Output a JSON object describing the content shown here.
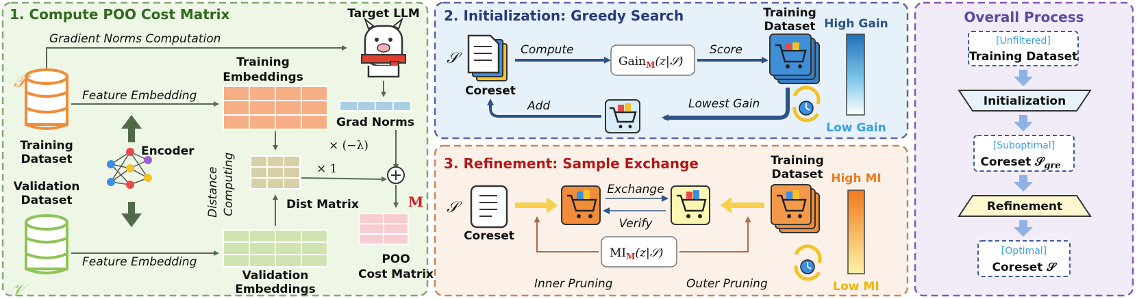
{
  "panel1": {
    "title": "1. Compute POO Cost Matrix",
    "gradient_norms_computation": "Gradient Norms Computation",
    "target_llm": "Target LLM",
    "training_set_symbol": "𝒯",
    "validation_set_symbol": "𝒱",
    "feature_embedding_top": "Feature Embedding",
    "feature_embedding_bottom": "Feature Embedding",
    "training_embeddings_line1": "Training",
    "training_embeddings_line2": "Embeddings",
    "validation_embeddings_line1": "Validation",
    "validation_embeddings_line2": "Embeddings",
    "training_dataset_line1": "Training",
    "training_dataset_line2": "Dataset",
    "validation_dataset_line1": "Validation",
    "validation_dataset_line2": "Dataset",
    "encoder": "Encoder",
    "distance_computing_line1": "Distance",
    "distance_computing_line2": "Computing",
    "dist_matrix": "Dist Matrix",
    "grad_norms": "Grad Norms",
    "times_neg_lambda": "× (−λ)",
    "times_one": "× 1",
    "plus": "+",
    "matrix_symbol": "M",
    "poo_line1": "POO",
    "poo_line2": "Cost Matrix"
  },
  "panel2": {
    "title": "2. Initialization: Greedy Search",
    "set_symbol": "𝒮",
    "coreset": "Coreset",
    "compute": "Compute",
    "gain_prefix": "Gain",
    "gain_sub": "M",
    "gain_args": "(z|𝒮)",
    "score": "Score",
    "training_line1": "Training",
    "training_line2": "Dataset",
    "add": "Add",
    "lowest_gain": "Lowest Gain",
    "high_gain": "High Gain",
    "low_gain": "Low Gain"
  },
  "panel3": {
    "title": "3. Refinement: Sample Exchange",
    "set_symbol": "𝒮",
    "coreset": "Coreset",
    "exchange": "Exchange",
    "verify": "Verify",
    "training_line1": "Training",
    "training_line2": "Dataset",
    "mi_prefix": "MI",
    "mi_sub": "M",
    "mi_args": "(z|𝒮)",
    "inner_pruning": "Inner Pruning",
    "outer_pruning": "Outer Pruning",
    "high_mi": "High MI",
    "low_mi": "Low MI"
  },
  "panel4": {
    "title": "Overall Process",
    "step1_tag": "[Unfiltered]",
    "step1_label": "Training Dataset",
    "initialization": "Initialization",
    "step2_tag": "[Suboptimal]",
    "step2_label": "Coreset 𝒮",
    "step2_sub": "gre",
    "refinement": "Refinement",
    "step3_tag": "[Optimal]",
    "step3_label": "Coreset 𝒮"
  },
  "colors": {
    "panel1_border": "#7fa870",
    "panel1_fill": "#eef6e6",
    "panel1_title": "#2f6b1e",
    "panel2_border": "#5b63a8",
    "panel2_fill": "#e6f1fa",
    "panel2_title": "#2a3b7a",
    "panel3_border": "#c9845a",
    "panel3_fill": "#fbf1e8",
    "panel3_title": "#b11a1a",
    "panel4_border": "#8a55b8",
    "panel4_fill": "#f1ecf8",
    "panel4_title": "#5c4aa0",
    "arrow_dark": "#2e5286",
    "arrow_orange": "#f8cf4a",
    "accent_red": "#d01b1b",
    "training_orange": "#f08c3a",
    "validation_green": "#8ec455",
    "tag_blue": "#3aa0e6"
  }
}
